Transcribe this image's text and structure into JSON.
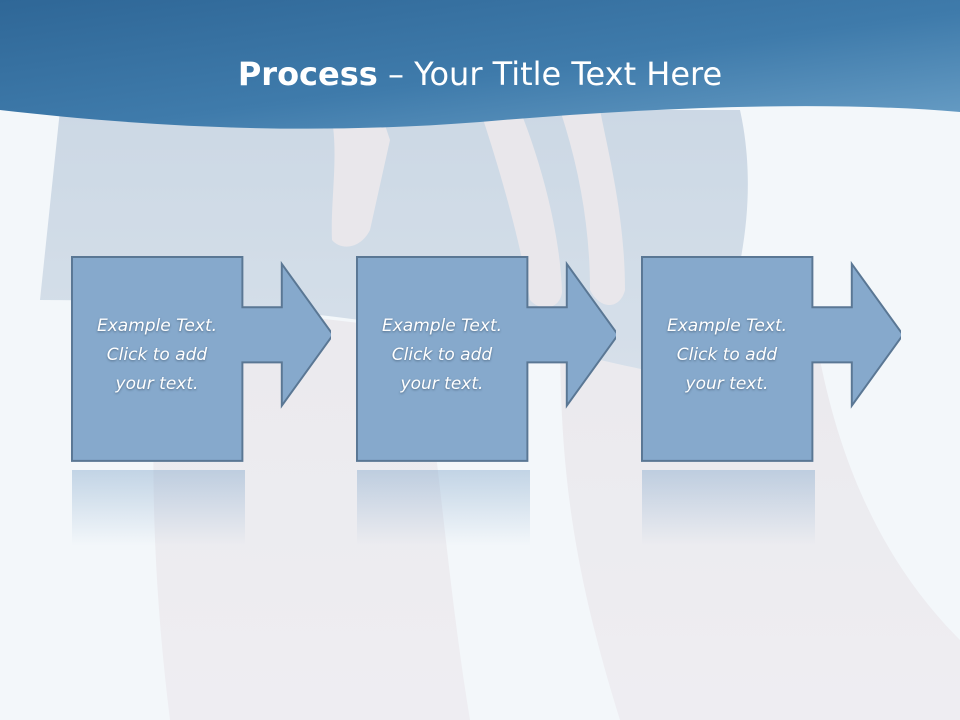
{
  "title": {
    "strong": "Process",
    "rest": " – Your Title Text Here"
  },
  "steps": [
    {
      "label": "Example Text.\nClick  to add\nyour text."
    },
    {
      "label": "Example Text.\nClick  to add\nyour text."
    },
    {
      "label": "Example Text.\nClick  to add\nyour text."
    }
  ],
  "colors": {
    "header": "#3f78a8",
    "box_fill": "#86a9cc",
    "box_stroke": "#5a7794",
    "background": "#f3f7fa"
  }
}
